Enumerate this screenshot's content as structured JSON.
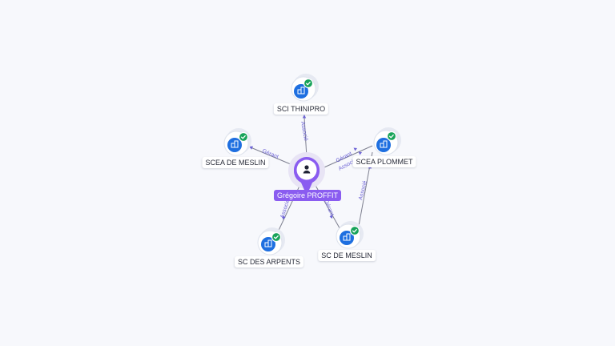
{
  "center_node": {
    "label": "Grégoire PROFFIT",
    "icon": "person-icon",
    "color": "#8a5cf0"
  },
  "companies": [
    {
      "label": "SCI THINIPRO",
      "icon": "building-icon",
      "status_icon": "check-icon"
    },
    {
      "label": "SCEA DE MESLIN",
      "icon": "building-icon",
      "status_icon": "check-icon"
    },
    {
      "label": "SCEA PLOMMET",
      "icon": "building-icon",
      "status_icon": "check-icon"
    },
    {
      "label": "SC DES ARPENTS",
      "icon": "building-icon",
      "status_icon": "check-icon"
    },
    {
      "label": "SC DE MESLIN",
      "icon": "building-icon",
      "status_icon": "check-icon"
    }
  ],
  "relations": [
    {
      "from": "Grégoire PROFFIT",
      "to": "SCI THINIPRO",
      "labels": [
        "Associé"
      ]
    },
    {
      "from": "Grégoire PROFFIT",
      "to": "SCEA DE MESLIN",
      "labels": [
        "Gérant"
      ]
    },
    {
      "from": "Grégoire PROFFIT",
      "to": "SCEA PLOMMET",
      "labels": [
        "Gérant",
        "Associé"
      ]
    },
    {
      "from": "Grégoire PROFFIT",
      "to": "SC DES ARPENTS",
      "labels": [
        "Associé"
      ]
    },
    {
      "from": "Grégoire PROFFIT",
      "to": "SC DE MESLIN",
      "labels": [
        "Gérant"
      ]
    },
    {
      "from": "SC DE MESLIN",
      "to": "SCEA PLOMMET",
      "labels": [
        "Associé"
      ]
    }
  ],
  "colors": {
    "background": "#f7f8fc",
    "company_node": "#1e6fe0",
    "check": "#18a35a",
    "edge_label": "#6d63d6",
    "center": "#8a5cf0"
  }
}
